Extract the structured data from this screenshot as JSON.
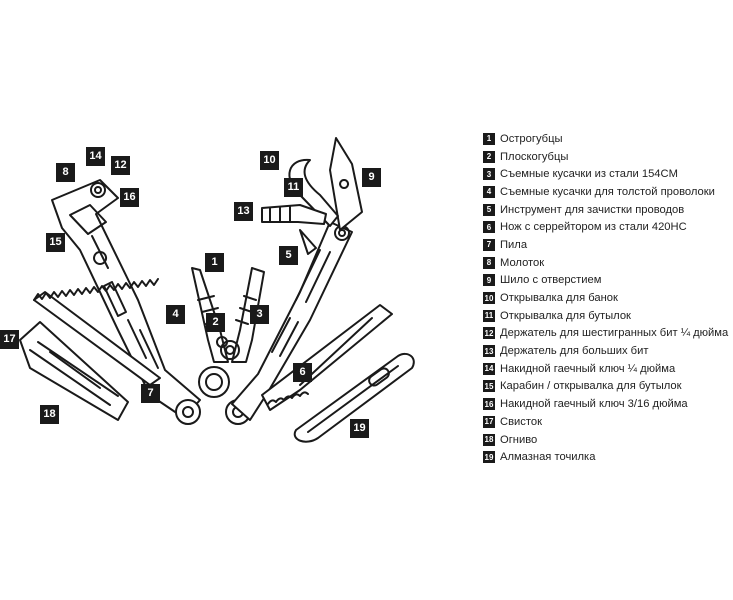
{
  "callouts": [
    {
      "num": "1"
    },
    {
      "num": "2"
    },
    {
      "num": "3"
    },
    {
      "num": "4"
    },
    {
      "num": "5"
    },
    {
      "num": "6"
    },
    {
      "num": "7"
    },
    {
      "num": "8"
    },
    {
      "num": "9"
    },
    {
      "num": "10"
    },
    {
      "num": "11"
    },
    {
      "num": "12"
    },
    {
      "num": "13"
    },
    {
      "num": "14"
    },
    {
      "num": "15"
    },
    {
      "num": "16"
    },
    {
      "num": "17"
    },
    {
      "num": "18"
    },
    {
      "num": "19"
    }
  ],
  "legend": [
    {
      "num": "1",
      "text": "Острогубцы"
    },
    {
      "num": "2",
      "text": "Плоскогубцы"
    },
    {
      "num": "3",
      "text": "Съемные кусачки из стали 154CM"
    },
    {
      "num": "4",
      "text": "Съемные кусачки для толстой проволоки"
    },
    {
      "num": "5",
      "text": "Инструмент для зачистки проводов"
    },
    {
      "num": "6",
      "text": "Нож с серрейтором из стали 420HC"
    },
    {
      "num": "7",
      "text": "Пила"
    },
    {
      "num": "8",
      "text": "Молоток"
    },
    {
      "num": "9",
      "text": "Шило с отверстием"
    },
    {
      "num": "10",
      "text": "Открывалка для банок"
    },
    {
      "num": "11",
      "text": "Открывалка для бутылок"
    },
    {
      "num": "12",
      "text": "Держатель для шестигранных бит ¼ дюйма"
    },
    {
      "num": "13",
      "text": "Держатель для больших бит"
    },
    {
      "num": "14",
      "text": "Накидной гаечный ключ ¼ дюйма"
    },
    {
      "num": "15",
      "text": "Карабин / открывалка для бутылок"
    },
    {
      "num": "16",
      "text": "Накидной гаечный ключ 3/16 дюйма"
    },
    {
      "num": "17",
      "text": "Свисток"
    },
    {
      "num": "18",
      "text": "Огниво"
    },
    {
      "num": "19",
      "text": "Алмазная точилка"
    }
  ]
}
